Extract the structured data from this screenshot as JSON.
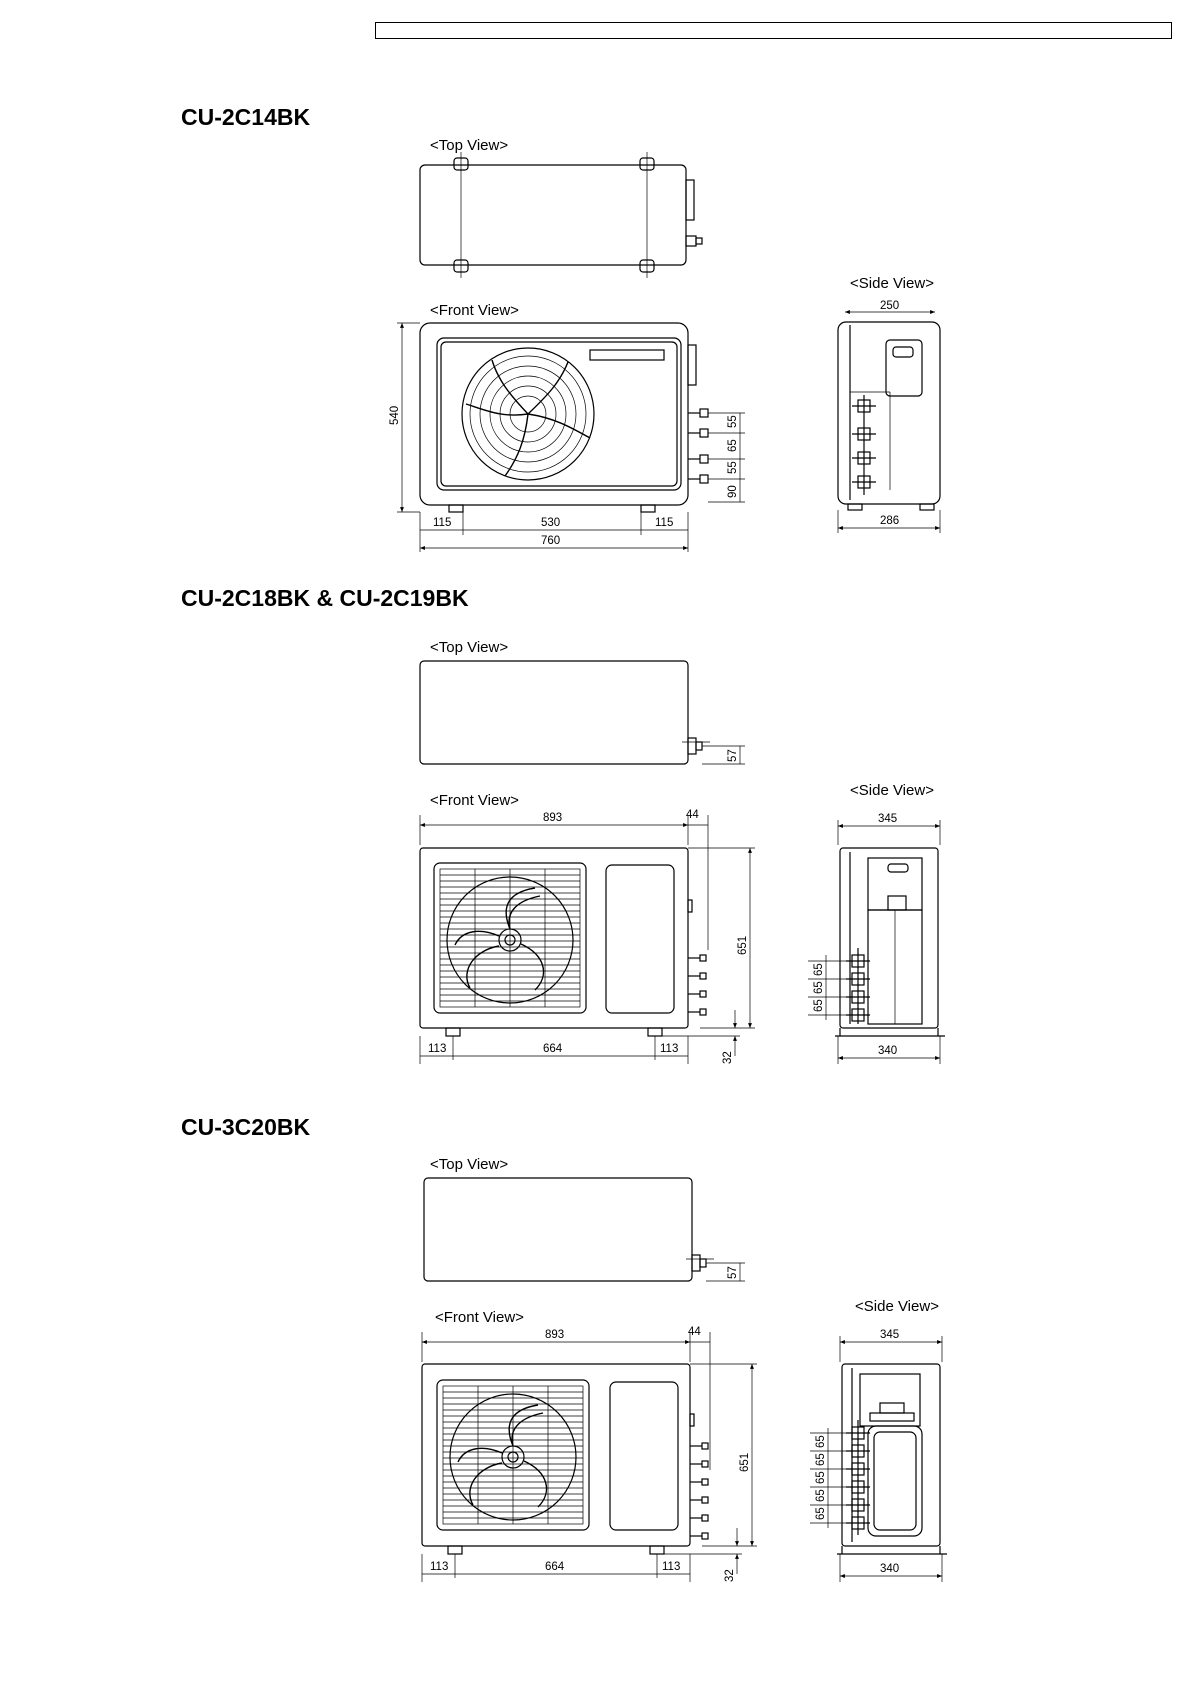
{
  "page": {
    "header_box_text": "",
    "sections": [
      {
        "model": "CU-2C14BK",
        "labels": {
          "top_view": "<Top View>",
          "front_view": "<Front View>",
          "side_view": "<Side View>"
        },
        "dims": {
          "side_top": "250",
          "side_bottom": "286",
          "height": "540",
          "bottom_left": "115",
          "bottom_mid": "530",
          "bottom_right": "115",
          "overall": "760",
          "pipe_1": "55",
          "pipe_2": "65",
          "pipe_3": "55",
          "pipe_4": "90"
        }
      },
      {
        "model": "CU-2C18BK & CU-2C19BK",
        "labels": {
          "top_view": "<Top View>",
          "front_view": "<Front View>",
          "side_view": "<Side View>"
        },
        "dims": {
          "top_right": "57",
          "width": "893",
          "offset": "44",
          "height": "651",
          "bottom_left": "113",
          "bottom_mid": "664",
          "bottom_right": "113",
          "foot": "32",
          "side_top": "345",
          "side_bottom": "340",
          "side_pipe_1": "65",
          "side_pipe_2": "65",
          "side_pipe_3": "65"
        }
      },
      {
        "model": "CU-3C20BK",
        "labels": {
          "top_view": "<Top View>",
          "front_view": "<Front View>",
          "side_view": "<Side View>"
        },
        "dims": {
          "top_right": "57",
          "width": "893",
          "offset": "44",
          "height": "651",
          "bottom_left": "113",
          "bottom_mid": "664",
          "bottom_right": "113",
          "foot": "32",
          "side_top": "345",
          "side_bottom": "340",
          "side_pipe_1": "65",
          "side_pipe_2": "65",
          "side_pipe_3": "65",
          "side_pipe_4": "65",
          "side_pipe_5": "65"
        }
      }
    ]
  }
}
